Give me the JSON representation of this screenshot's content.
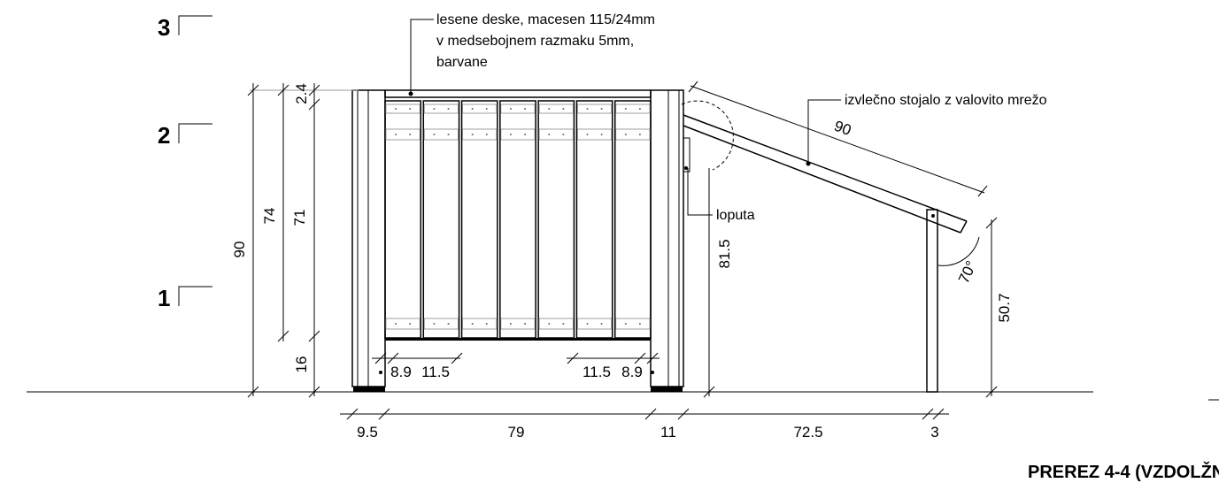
{
  "levels": {
    "l3": "3",
    "l2": "2",
    "l1": "1"
  },
  "notes": {
    "boards_line1": "lesene deske, macesen 115/24mm",
    "boards_line2": "v medsebojnem razmaku 5mm,",
    "boards_line3": "barvane",
    "stand": "izvlečno stojalo z valovito mrežo",
    "hinge": "loputa"
  },
  "dimensions": {
    "total_height": "90",
    "h74": "74",
    "h71": "71",
    "h24": "2.4",
    "h16": "16",
    "leg_left": "8.9",
    "gap_left": "11.5",
    "gap_right": "11.5",
    "leg_right": "8.9",
    "w95": "9.5",
    "w79": "79",
    "w11": "11",
    "w725": "72.5",
    "w3": "3",
    "h815": "81.5",
    "h507": "50.7",
    "slope_len": "90",
    "angle": "70°"
  },
  "title": "PREREZ 4-4 (VZDOLŽN"
}
